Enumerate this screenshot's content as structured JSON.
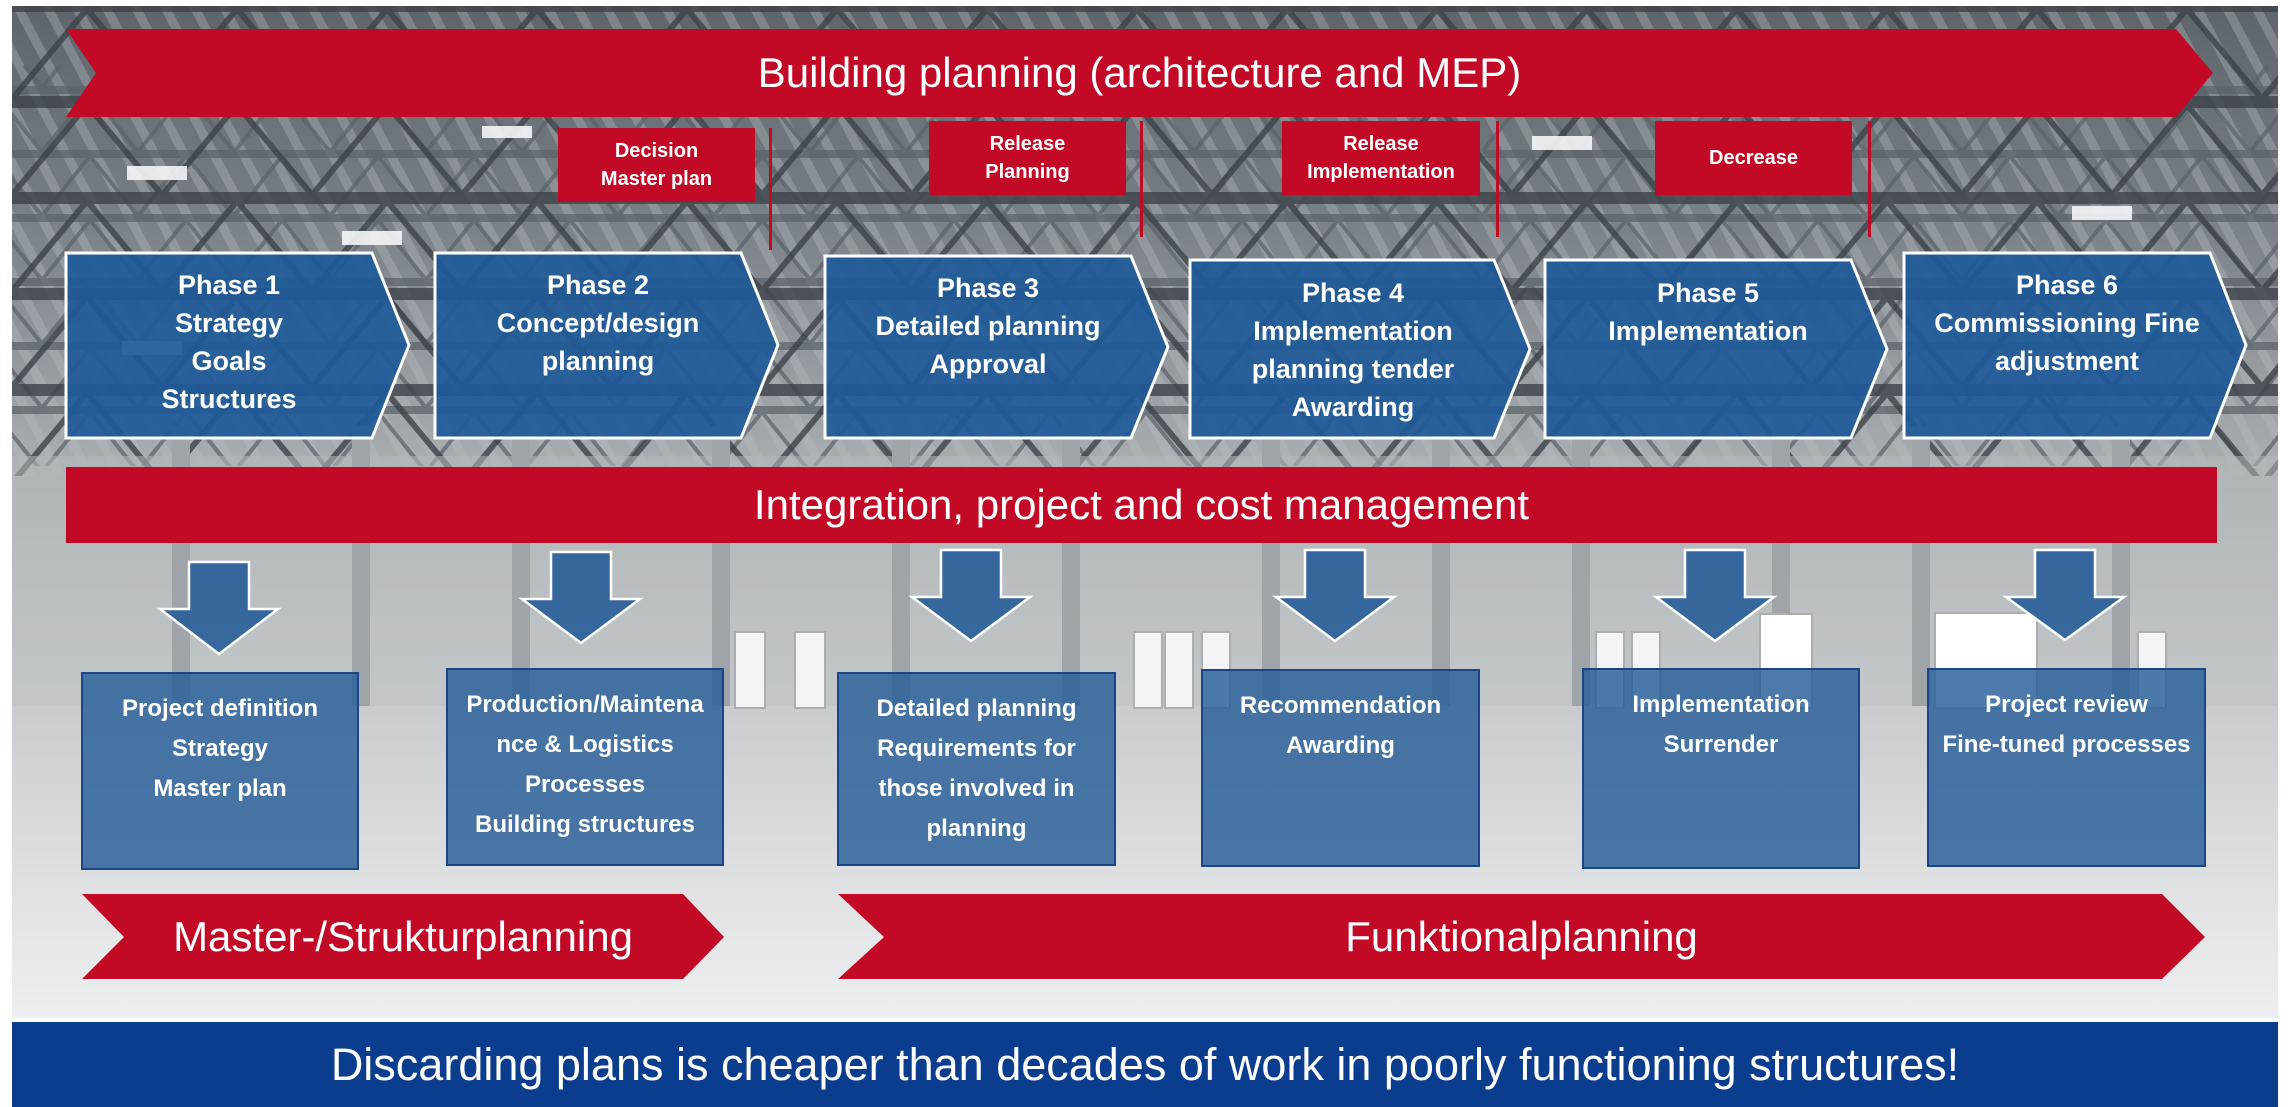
{
  "colors": {
    "accent_red": "#c20a26",
    "phase_blue": "#1e5a99",
    "box_blue": "#2b609a",
    "banner_blue": "#0b3d8f",
    "text": "#ffffff"
  },
  "header_banner": {
    "title": "Building planning (architecture and MEP)"
  },
  "milestones": [
    {
      "lines": [
        "Decision",
        "Master plan"
      ]
    },
    {
      "lines": [
        "Release",
        "Planning"
      ]
    },
    {
      "lines": [
        "Release",
        "Implementation"
      ]
    },
    {
      "lines": [
        "Decrease"
      ]
    }
  ],
  "phases": [
    {
      "title": "Phase 1",
      "lines": [
        "Strategy",
        "Goals",
        "Structures"
      ]
    },
    {
      "title": "Phase 2",
      "lines": [
        "Concept/design",
        "planning"
      ]
    },
    {
      "title": "Phase 3",
      "lines": [
        "Detailed planning",
        "Approval"
      ]
    },
    {
      "title": "Phase 4",
      "lines": [
        "Implementation",
        "planning tender",
        "Awarding"
      ]
    },
    {
      "title": "Phase 5",
      "lines": [
        "Implementation"
      ]
    },
    {
      "title": "Phase 6",
      "lines": [
        "Commissioning Fine",
        "adjustment"
      ]
    }
  ],
  "management_bar": {
    "label": "Integration, project and cost management"
  },
  "deliverables": [
    {
      "lines": [
        "Project definition",
        "Strategy",
        "Master plan"
      ]
    },
    {
      "lines": [
        "Production/Maintena",
        "nce & Logistics",
        "Processes",
        "Building structures"
      ]
    },
    {
      "lines": [
        "Detailed planning",
        "Requirements for",
        "those involved in",
        "planning"
      ]
    },
    {
      "lines": [
        "Recommendation",
        "Awarding"
      ]
    },
    {
      "lines": [
        "Implementation",
        "Surrender"
      ]
    },
    {
      "lines": [
        "Project review",
        "Fine-tuned processes"
      ]
    }
  ],
  "stage_arrows": [
    {
      "label": "Master-/Strukturplanning"
    },
    {
      "label": "Funktionalplanning"
    }
  ],
  "footer_banner": {
    "message": "Discarding plans is cheaper than decades of work in poorly functioning structures!"
  }
}
